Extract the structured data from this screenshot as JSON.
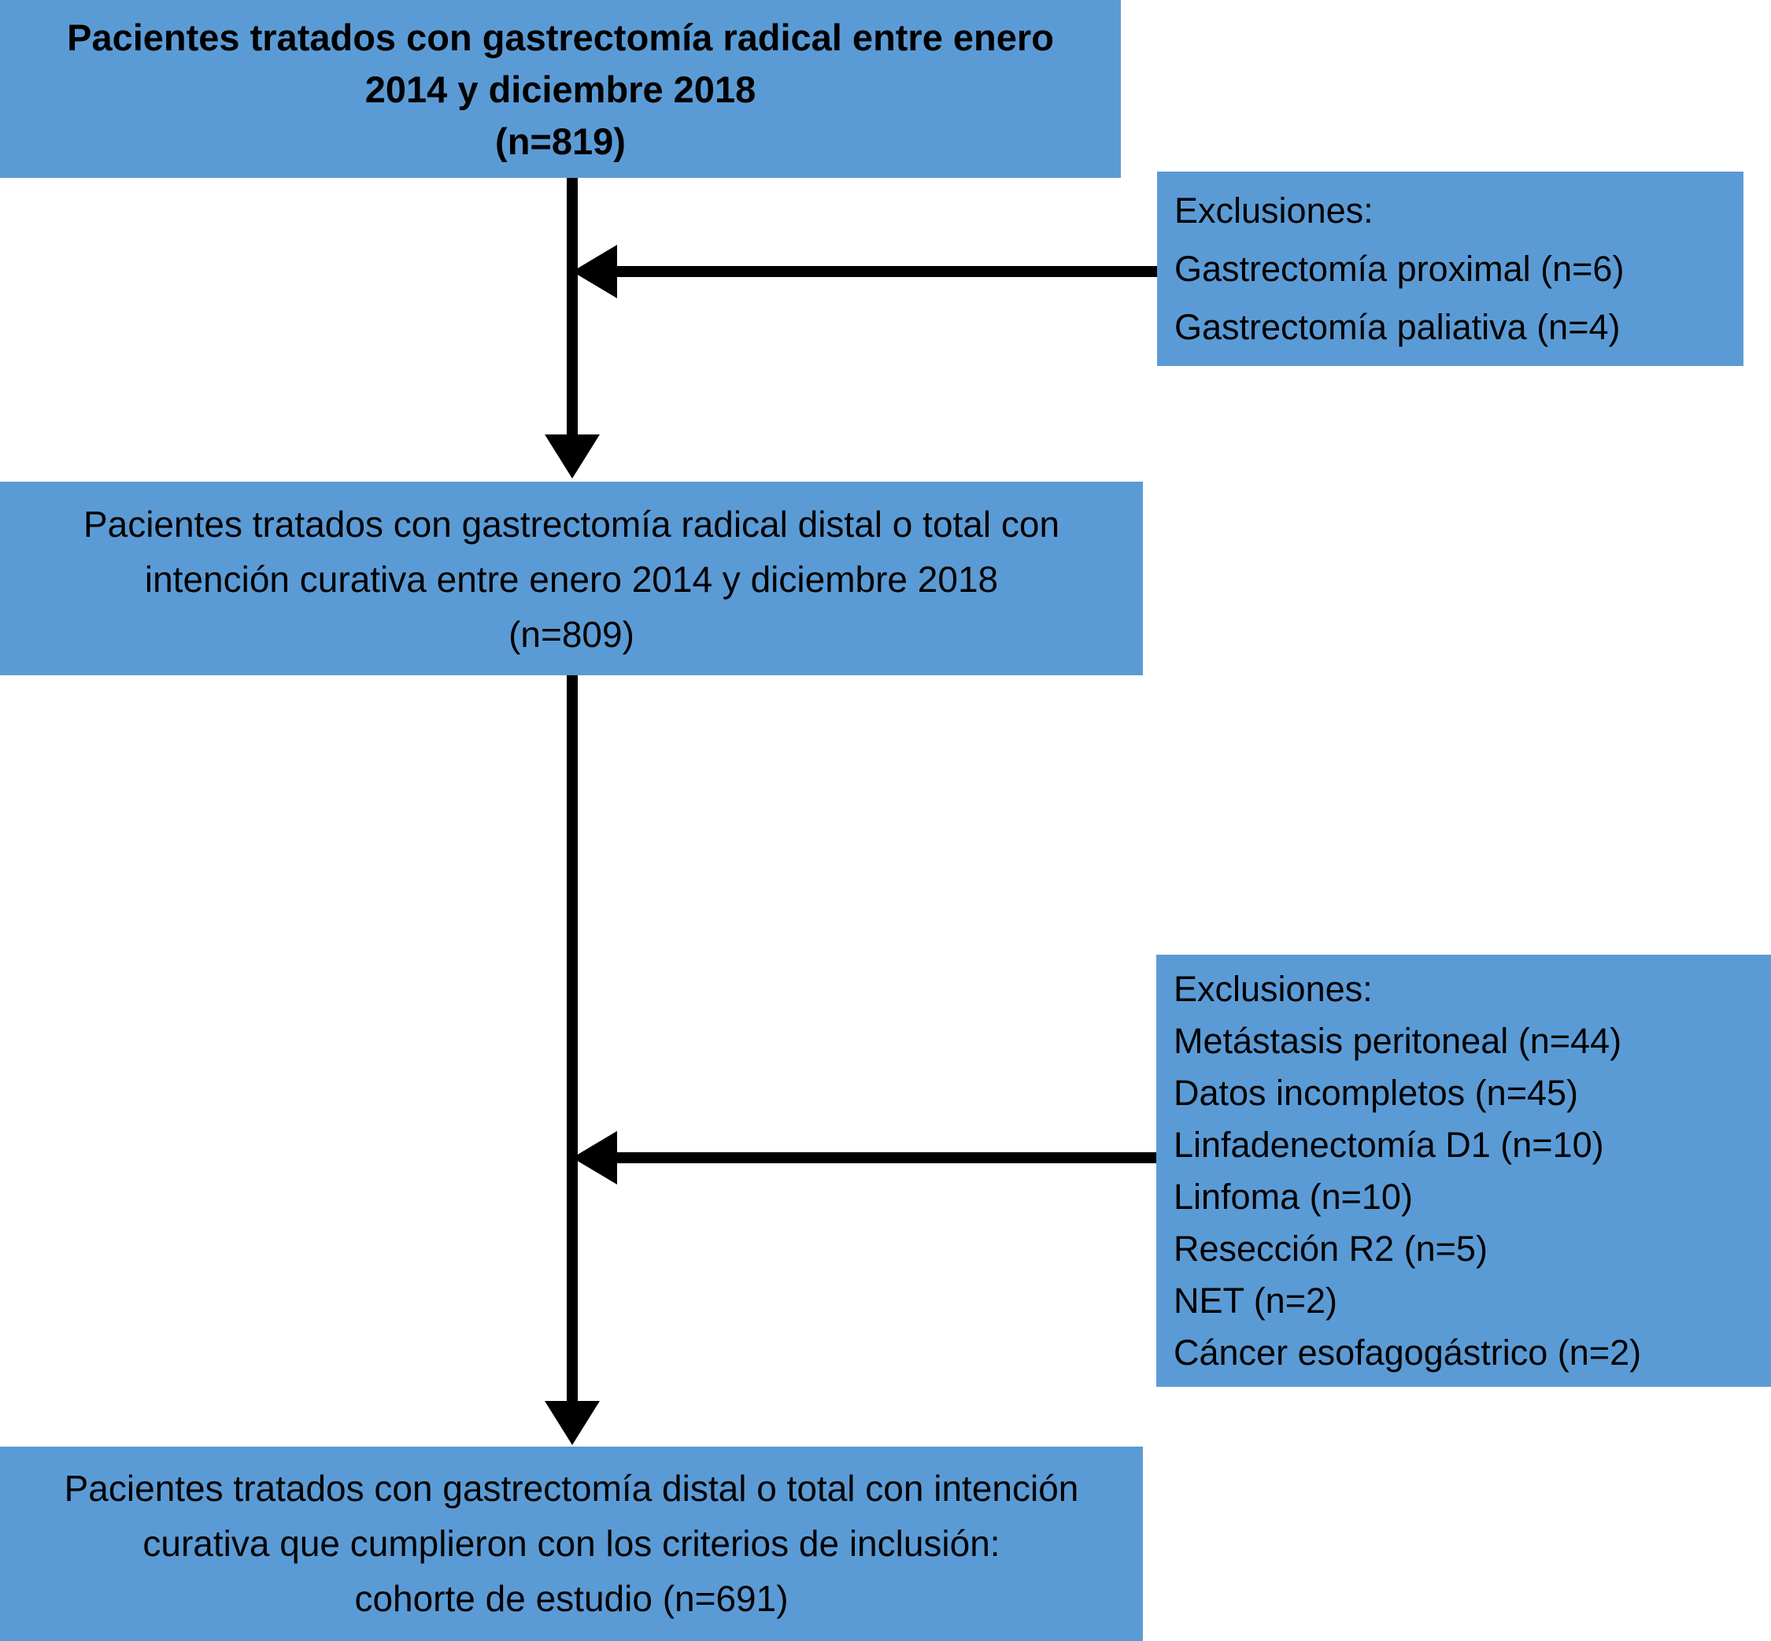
{
  "diagram": {
    "type": "flowchart",
    "language": "es",
    "accent_color": "#5B9BD5",
    "text_color": "#000000",
    "connector_color": "#000000",
    "nodes": {
      "source": {
        "lines": [
          "Pacientes tratados con gastrectomía radical entre enero",
          "2014 y diciembre 2018",
          "(n=819)"
        ],
        "count": "819",
        "bold": true
      },
      "eligible": {
        "lines": [
          "Pacientes tratados con gastrectomía radical distal o total con",
          "intención curativa entre enero 2014 y diciembre 2018",
          "(n=809)"
        ],
        "count": "809",
        "bold": false
      },
      "cohort": {
        "lines": [
          "Pacientes tratados con gastrectomía distal o total con intención",
          "curativa que cumplieron con los criterios de inclusión:",
          "cohorte de estudio (n=691)"
        ],
        "count": "691",
        "bold": false
      },
      "exclusions_1": {
        "heading": "Exclusiones:",
        "items": [
          "Gastrectomía proximal (n=6)",
          "Gastrectomía paliativa (n=4)"
        ]
      },
      "exclusions_2": {
        "heading": "Exclusiones:",
        "items": [
          "Metástasis peritoneal (n=44)",
          "Datos incompletos (n=45)",
          "Linfadenectomía D1 (n=10)",
          "Linfoma (n=10)",
          "Resección R2 (n=5)",
          "NET (n=2)",
          "Cáncer esofagogástrico (n=2)"
        ]
      }
    },
    "connectors": [
      {
        "name": "source-to-eligible",
        "direction": "down"
      },
      {
        "name": "eligible-to-cohort",
        "direction": "down"
      },
      {
        "name": "exclusions-1-to-flow",
        "direction": "left"
      },
      {
        "name": "exclusions-2-to-flow",
        "direction": "left"
      }
    ]
  }
}
